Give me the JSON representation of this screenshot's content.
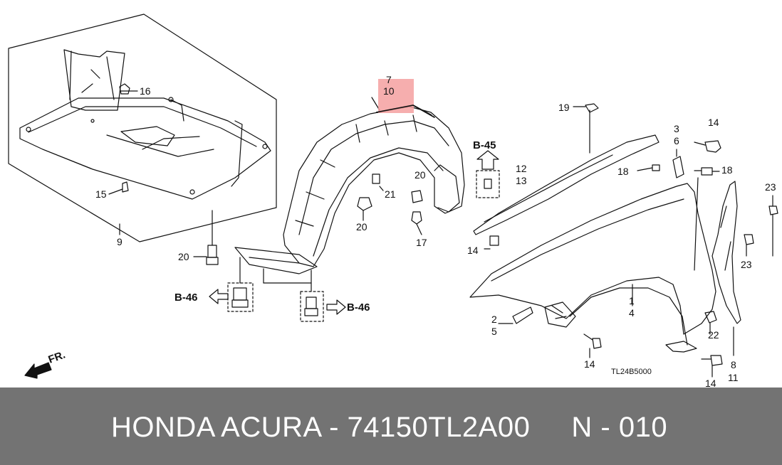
{
  "diagram": {
    "highlight_color": "#f4a0a0",
    "callouts": {
      "c7": "7",
      "c10": "10",
      "c16": "16",
      "c15": "15",
      "c9": "9",
      "c20a": "20",
      "c20b": "20",
      "c20c": "20",
      "c21": "21",
      "c17": "17",
      "c19": "19",
      "c12": "12",
      "c13": "13",
      "c14a": "14",
      "c14b": "14",
      "c14c": "14",
      "c14d": "14",
      "c3": "3",
      "c6": "6",
      "c18a": "18",
      "c18b": "18",
      "c23a": "23",
      "c23b": "23",
      "c1": "1",
      "c4": "4",
      "c2": "2",
      "c5": "5",
      "c22": "22",
      "c8": "8",
      "c11": "11"
    },
    "refs": {
      "b45": "B-45",
      "b46_left": "B-46",
      "b46_right": "B-46"
    },
    "front_marker": "FR.",
    "diagram_code": "TL24B5000"
  },
  "footer": {
    "text": "HONDA ACURA - 74150TL2A00     N - 010",
    "background": "#737373"
  }
}
